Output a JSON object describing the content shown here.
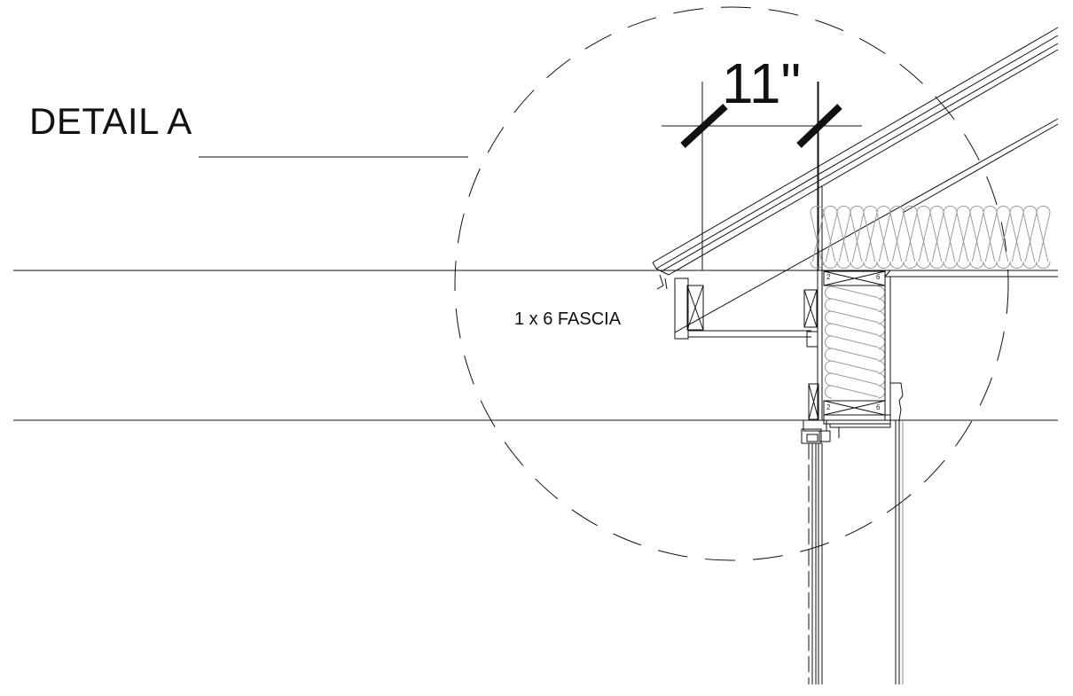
{
  "detail": {
    "title": "DETAIL A"
  },
  "dimension": {
    "value": "11\""
  },
  "callouts": {
    "fascia": "1 x 6 FASCIA"
  },
  "framing": {
    "top_plate_left": "2",
    "top_plate_right": "6",
    "bottom_plate_left": "2",
    "bottom_plate_right": "6"
  },
  "colors": {
    "line": "#111111",
    "insulation": "#9a9a9a",
    "background": "#ffffff"
  }
}
